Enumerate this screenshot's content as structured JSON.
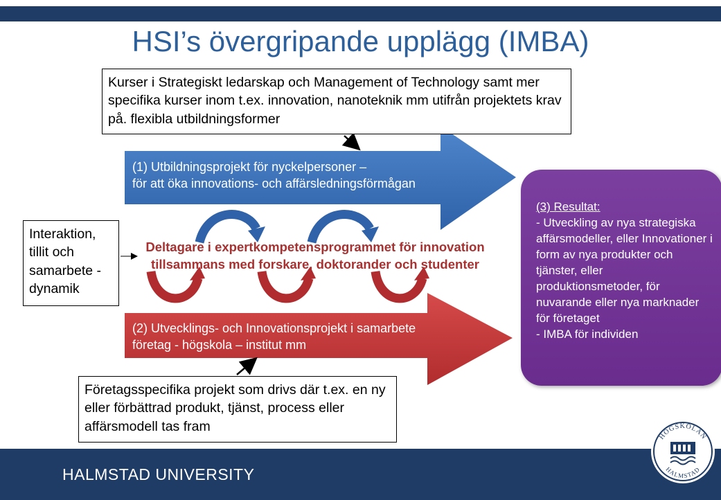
{
  "title": "HSI’s övergripande upplägg (IMBA)",
  "courses_box": {
    "text": "Kurser i Strategiskt ledarskap och Management of Technology samt mer specifika kurser inom t.ex. innovation, nanoteknik mm utifrån projektets krav på. flexibla utbildningsformer"
  },
  "education_arrow": {
    "line1": "(1) Utbildningsprojekt för nyckelpersoner –",
    "line2": "för att öka innovations- och affärsledningsförmågan"
  },
  "interaction_box": {
    "text": "Interaktion, tillit och samarbete - dynamik"
  },
  "center": {
    "line1": "Deltagare i expertkompetensprogrammet för innovation",
    "line2": "tillsammans med forskare, doktorander och studenter"
  },
  "development_arrow": {
    "line1": "(2) Utvecklings- och Innovationsprojekt i samarbete",
    "line2": "företag - högskola – institut mm"
  },
  "company_box": {
    "text": "Företagsspecifika projekt som drivs där t.ex. en ny eller förbättrad produkt, tjänst, process eller affärsmodell tas fram"
  },
  "result": {
    "heading": "(3) Resultat:",
    "body": "- Utveckling av nya strategiska affärsmodeller, eller Innovationer i form av nya produkter och tjänster, eller produktionsmetoder, för nuvarande eller nya marknader  för företaget\n- IMBA för individen"
  },
  "footer": {
    "university": "HALMSTAD UNIVERSITY",
    "seal_text_top": "HÖGSKOLAN",
    "seal_text_bottom": "HALMSTAD"
  },
  "colors": {
    "navy": "#1f3c66",
    "title_blue": "#2d5f9a",
    "arrow_blue": "#3b6fb8",
    "arrow_red": "#c0393b",
    "dark_red": "#a83232",
    "purple": "#7b3fa0"
  }
}
